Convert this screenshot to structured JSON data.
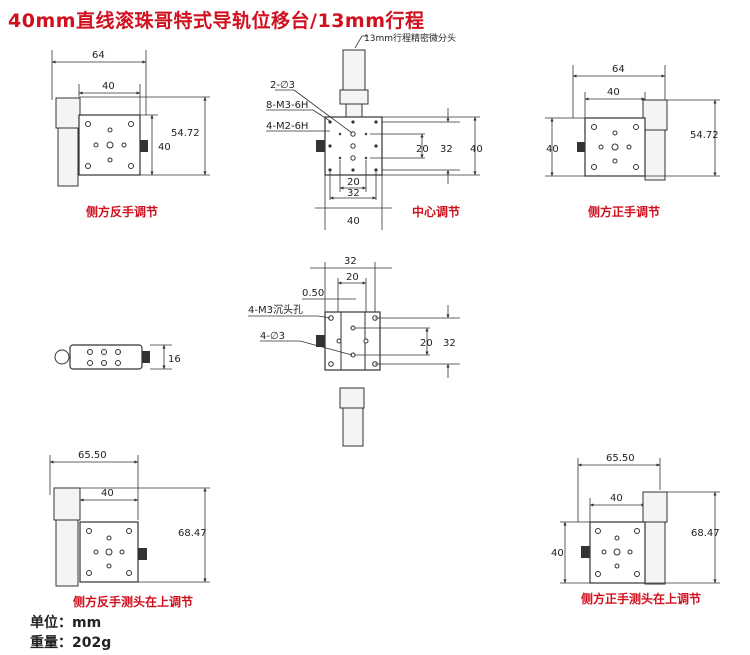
{
  "title": "40mm直线滚珠哥特式导轨位移台/13mm行程",
  "views": {
    "left_reverse": {
      "label": "侧方反手调节",
      "dims": [
        "64",
        "40",
        "54.72",
        "40"
      ]
    },
    "center": {
      "label": "中心调节",
      "micrometer_note": "13mm行程精密微分头",
      "callouts": [
        "2-∅3",
        "8-M3-6H",
        "4-M2-6H"
      ],
      "dims": [
        "20",
        "32",
        "40",
        "20",
        "32",
        "40"
      ]
    },
    "right_forward": {
      "label": "侧方正手调节",
      "dims": [
        "64",
        "40",
        "54.72",
        "40"
      ]
    },
    "bottom_view": {
      "callouts": [
        "4-M3沉头孔",
        "4-∅3"
      ],
      "dims": [
        "32",
        "20",
        "0.50",
        "20",
        "32"
      ]
    },
    "side_view": {
      "dims": [
        "16"
      ]
    },
    "left_reverse_top": {
      "label": "侧方反手测头在上调节",
      "dims": [
        "65.50",
        "40",
        "68.47"
      ]
    },
    "right_forward_top": {
      "label": "侧方正手测头在上调节",
      "dims": [
        "65.50",
        "40",
        "40",
        "68.47"
      ]
    }
  },
  "specs": {
    "unit": "单位：mm",
    "weight": "重量：202g"
  }
}
